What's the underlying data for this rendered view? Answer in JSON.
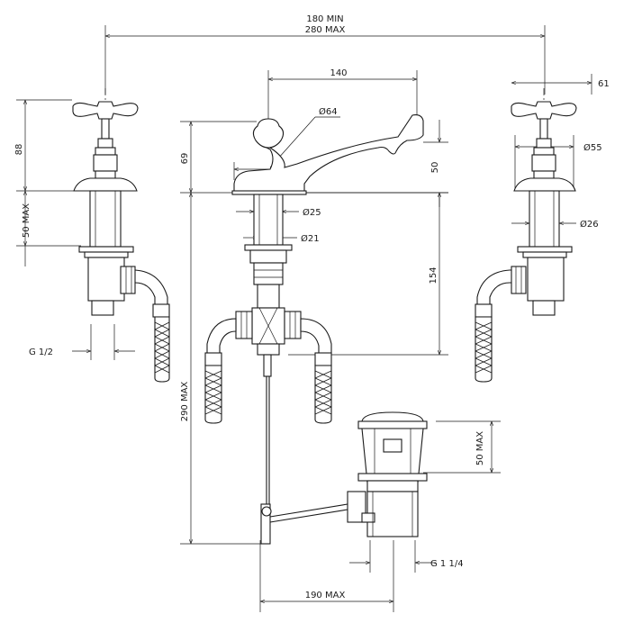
{
  "dimensions": {
    "top_span_min": "180 MIN",
    "top_span_max": "280 MAX",
    "spout_reach": "140",
    "handle_right_offset": "61",
    "lever_diameter": "Ø64",
    "valve_height": "88",
    "body_height": "69",
    "spout_height": "50",
    "handle_flange_diameter": "Ø55",
    "valve_shank_max": "50 MAX",
    "shank_diameter_upper": "Ø25",
    "shank_diameter_lower": "Ø21",
    "valve_shank_diameter": "Ø26",
    "tail_length": "154",
    "valve_connection": "G 1/2",
    "drop_max": "290 MAX",
    "waste_height_max": "50 MAX",
    "waste_thread": "G 1 1/4",
    "pullrod_reach_max": "190 MAX"
  }
}
